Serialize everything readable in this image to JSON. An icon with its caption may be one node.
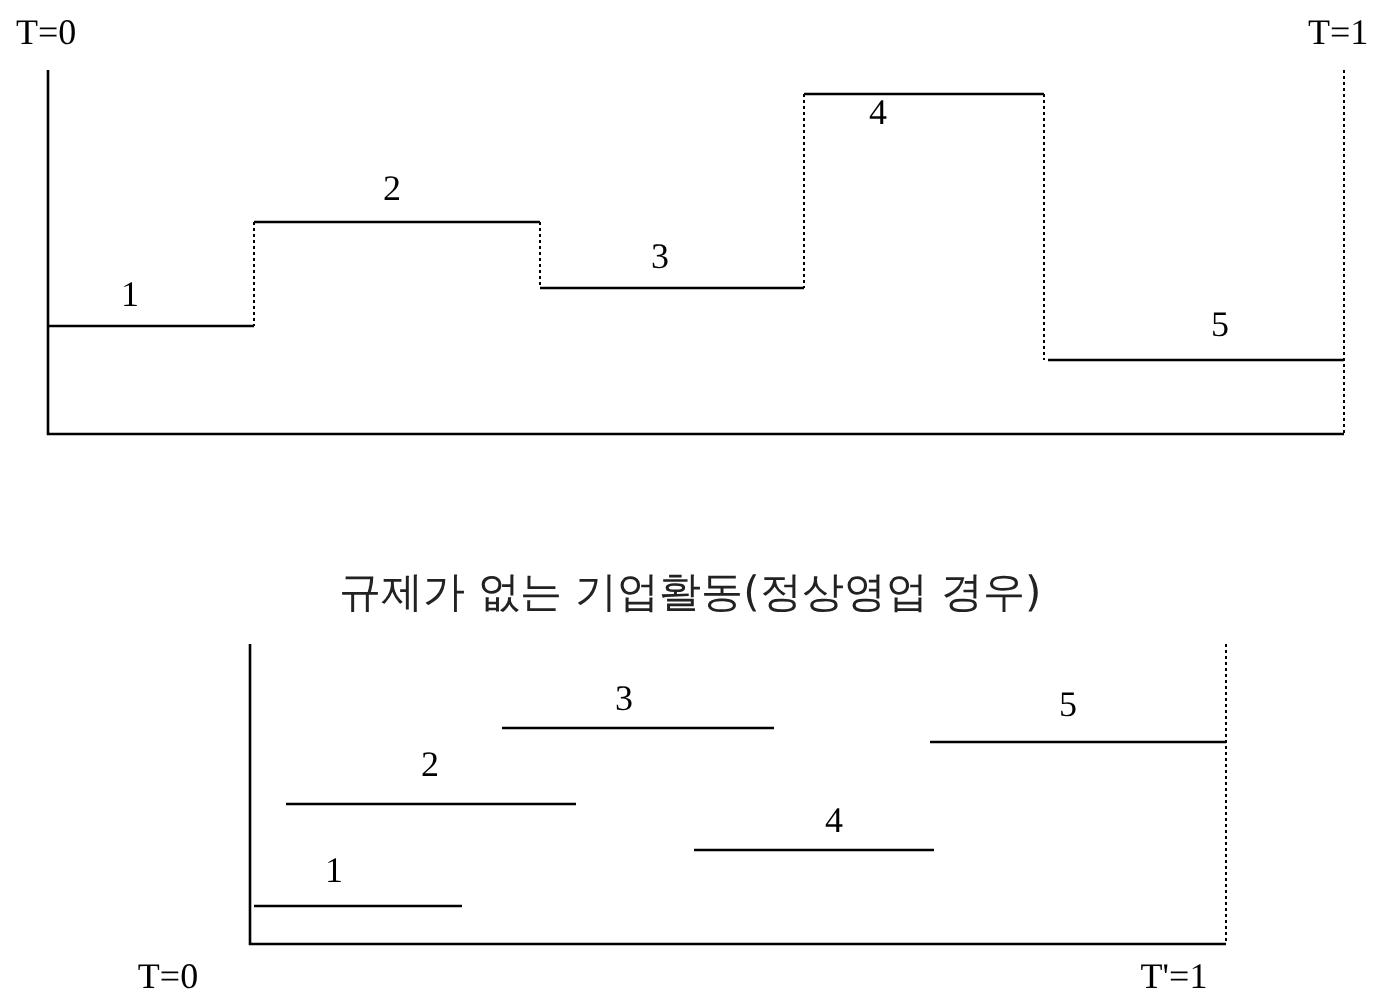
{
  "diagram": {
    "labels": [
      "T=0",
      "T=1",
      "1",
      "2",
      "3",
      "4",
      "5",
      "규제가 없는 기업활동(정상영업 경우)",
      "1",
      "2",
      "3",
      "4",
      "5",
      "T=0",
      "T'=1"
    ]
  }
}
